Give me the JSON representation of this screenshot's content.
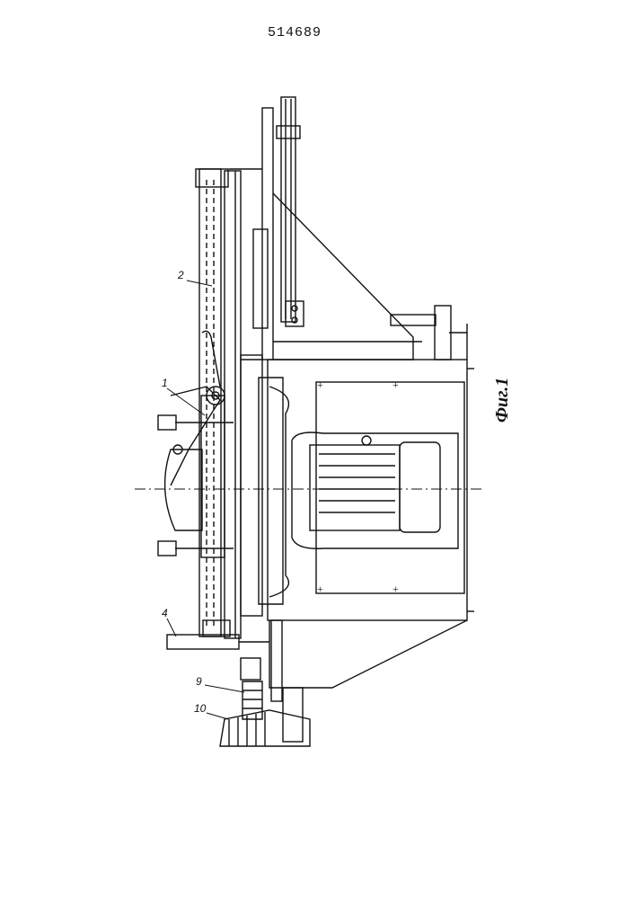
{
  "header": {
    "patent_number": "514689"
  },
  "figure": {
    "caption": "Фиг.1",
    "reference_labels": [
      "1",
      "2",
      "4",
      "9",
      "10"
    ]
  }
}
